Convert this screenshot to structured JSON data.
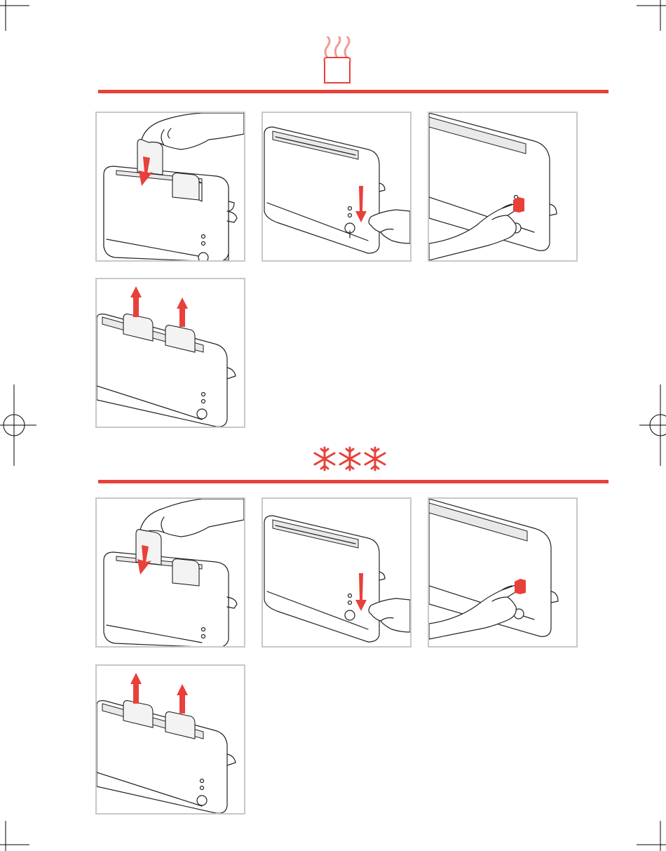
{
  "colors": {
    "accent": "#e8403a",
    "panel_border": "#c8c8c8",
    "line": "#222222"
  },
  "sections": [
    {
      "icon": "steaming-toast-icon",
      "panels": [
        {
          "step": "insert-bread",
          "icon": "down-arrow-icon"
        },
        {
          "step": "press-lever",
          "icon": "down-arrow-icon"
        },
        {
          "step": "press-button",
          "icon": "button-icon"
        },
        {
          "step": "remove-toast",
          "icon": "up-arrow-icon"
        }
      ]
    },
    {
      "icon": "snowflake-icon",
      "icon_count": 3,
      "panels": [
        {
          "step": "insert-bread",
          "icon": "down-arrow-icon"
        },
        {
          "step": "press-lever",
          "icon": "down-arrow-icon"
        },
        {
          "step": "press-defrost-button",
          "icon": "button-icon"
        },
        {
          "step": "remove-toast",
          "icon": "up-arrow-icon"
        }
      ]
    }
  ]
}
